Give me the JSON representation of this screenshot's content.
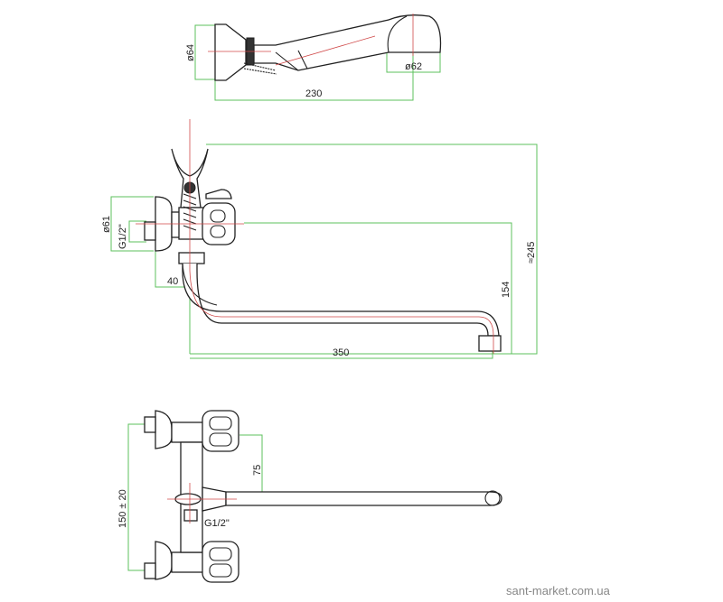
{
  "top_view": {
    "dia_handle_base": "ø64",
    "dia_head": "ø62",
    "length": "230"
  },
  "side_view": {
    "dia_flange": "ø61",
    "thread": "G1/2\"",
    "offset": "40",
    "spout_reach": "350",
    "spout_height": "154",
    "total_height": "≈245"
  },
  "front_view": {
    "centers": "150 ± 20",
    "spout_offset": "75",
    "thread": "G1/2\""
  },
  "watermark": "sant-market.com.ua",
  "colors": {
    "dimension": "#5cc05c",
    "axis": "#d04848",
    "outline": "#222222"
  }
}
